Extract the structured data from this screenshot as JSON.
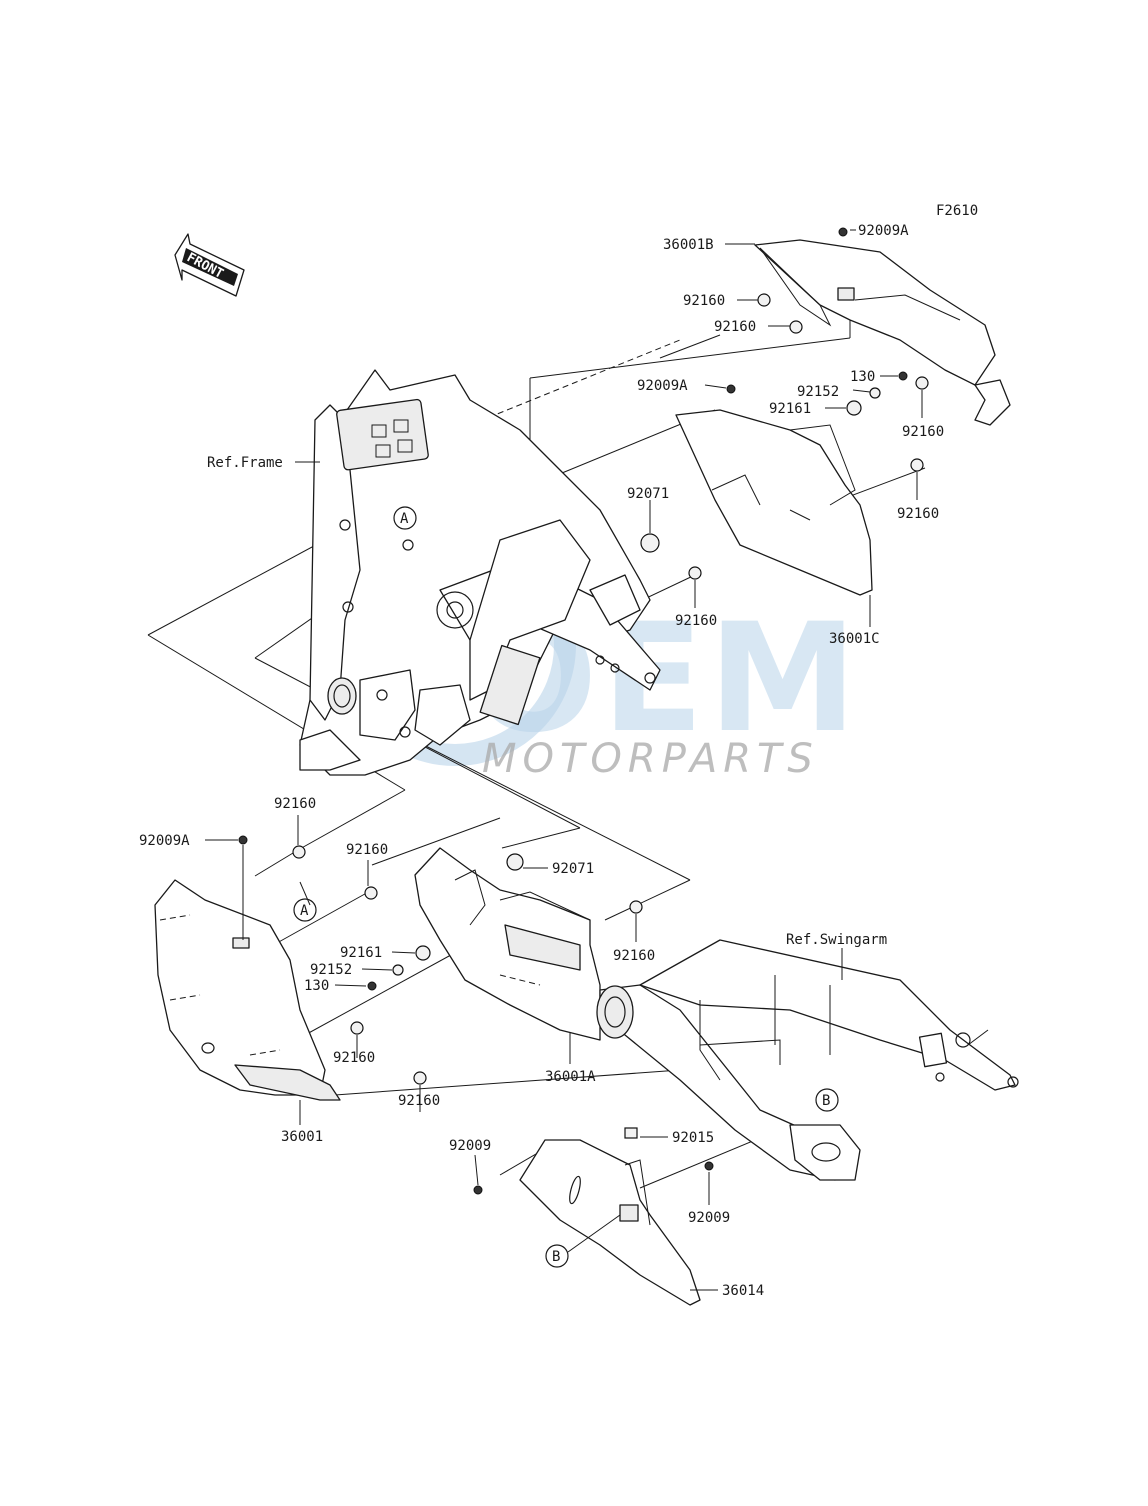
{
  "figure_code": "F2610",
  "direction_indicator": "FRONT",
  "watermark": {
    "brand": "OEM",
    "sub": "MOTORPARTS",
    "color": "#8fbde6"
  },
  "references": {
    "frame": "Ref.Frame",
    "swingarm": "Ref.Swingarm"
  },
  "callouts": {
    "a": "A",
    "b": "B"
  },
  "labels": {
    "p36001B": "36001B",
    "p92009A_top": "92009A",
    "p92160_1": "92160",
    "p92160_2": "92160",
    "p92009A_mid": "92009A",
    "p130_top": "130",
    "p92152_top": "92152",
    "p92161_top": "92161",
    "p92160_3": "92160",
    "p92071_top": "92071",
    "p92160_4": "92160",
    "p92160_5": "92160",
    "p36001C": "36001C",
    "p92160_6": "92160",
    "p92009A_left": "92009A",
    "p92160_7": "92160",
    "p92071_mid": "92071",
    "p92161_low": "92161",
    "p92152_low": "92152",
    "p130_low": "130",
    "p92160_8": "92160",
    "p92160_9": "92160",
    "p92160_10": "92160",
    "p36001A": "36001A",
    "p36001": "36001",
    "p92009_left": "92009",
    "p92015": "92015",
    "p92009_right": "92009",
    "p36014": "36014"
  }
}
